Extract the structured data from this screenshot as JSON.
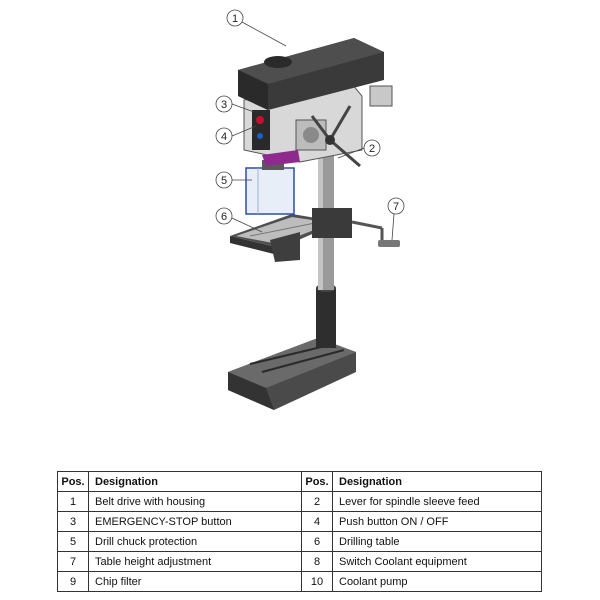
{
  "table": {
    "headers": [
      "Pos.",
      "Designation",
      "Pos.",
      "Designation"
    ],
    "rows": [
      [
        "1",
        "Belt drive with housing",
        "2",
        "Lever for spindle sleeve feed"
      ],
      [
        "3",
        "EMERGENCY-STOP  button",
        "4",
        "Push button ON / OFF"
      ],
      [
        "5",
        "Drill chuck protection",
        "6",
        "Drilling table"
      ],
      [
        "7",
        "Table height adjustment",
        "8",
        "Switch Coolant equipment"
      ],
      [
        "9",
        "Chip filter",
        "10",
        "Coolant pump"
      ]
    ]
  },
  "callouts": [
    "1",
    "2",
    "3",
    "4",
    "5",
    "6",
    "7"
  ],
  "colors": {
    "machine_dark": "#3a3a3a",
    "machine_mid": "#8a8a8a",
    "machine_light": "#d5d5d5",
    "emergency_red": "#c8102e",
    "handle_purple": "#8e2a8e",
    "guard_blue": "#2f4f9f"
  }
}
